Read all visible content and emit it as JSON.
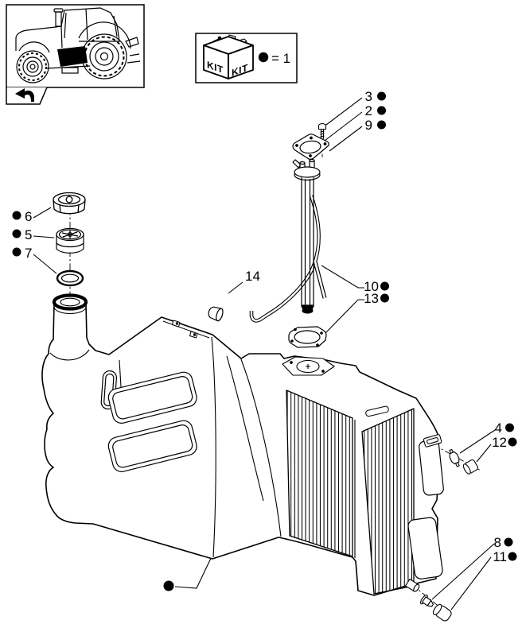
{
  "page": {
    "background": "#ffffff",
    "ink": "#000000",
    "description": "Exploded parts diagram of a tractor fuel tank assembly"
  },
  "thumbnail": {
    "alt": "tractor side view with fuel tank area highlighted black"
  },
  "legend": {
    "kit": "KIT",
    "equation": "= 1"
  },
  "callouts": {
    "c2": "2",
    "c3": "3",
    "c9": "9",
    "c6": "6",
    "c5": "5",
    "c7": "7",
    "c14": "14",
    "c10": "10",
    "c13": "13",
    "c4": "4",
    "c12": "12",
    "c8": "8",
    "c11": "11"
  }
}
